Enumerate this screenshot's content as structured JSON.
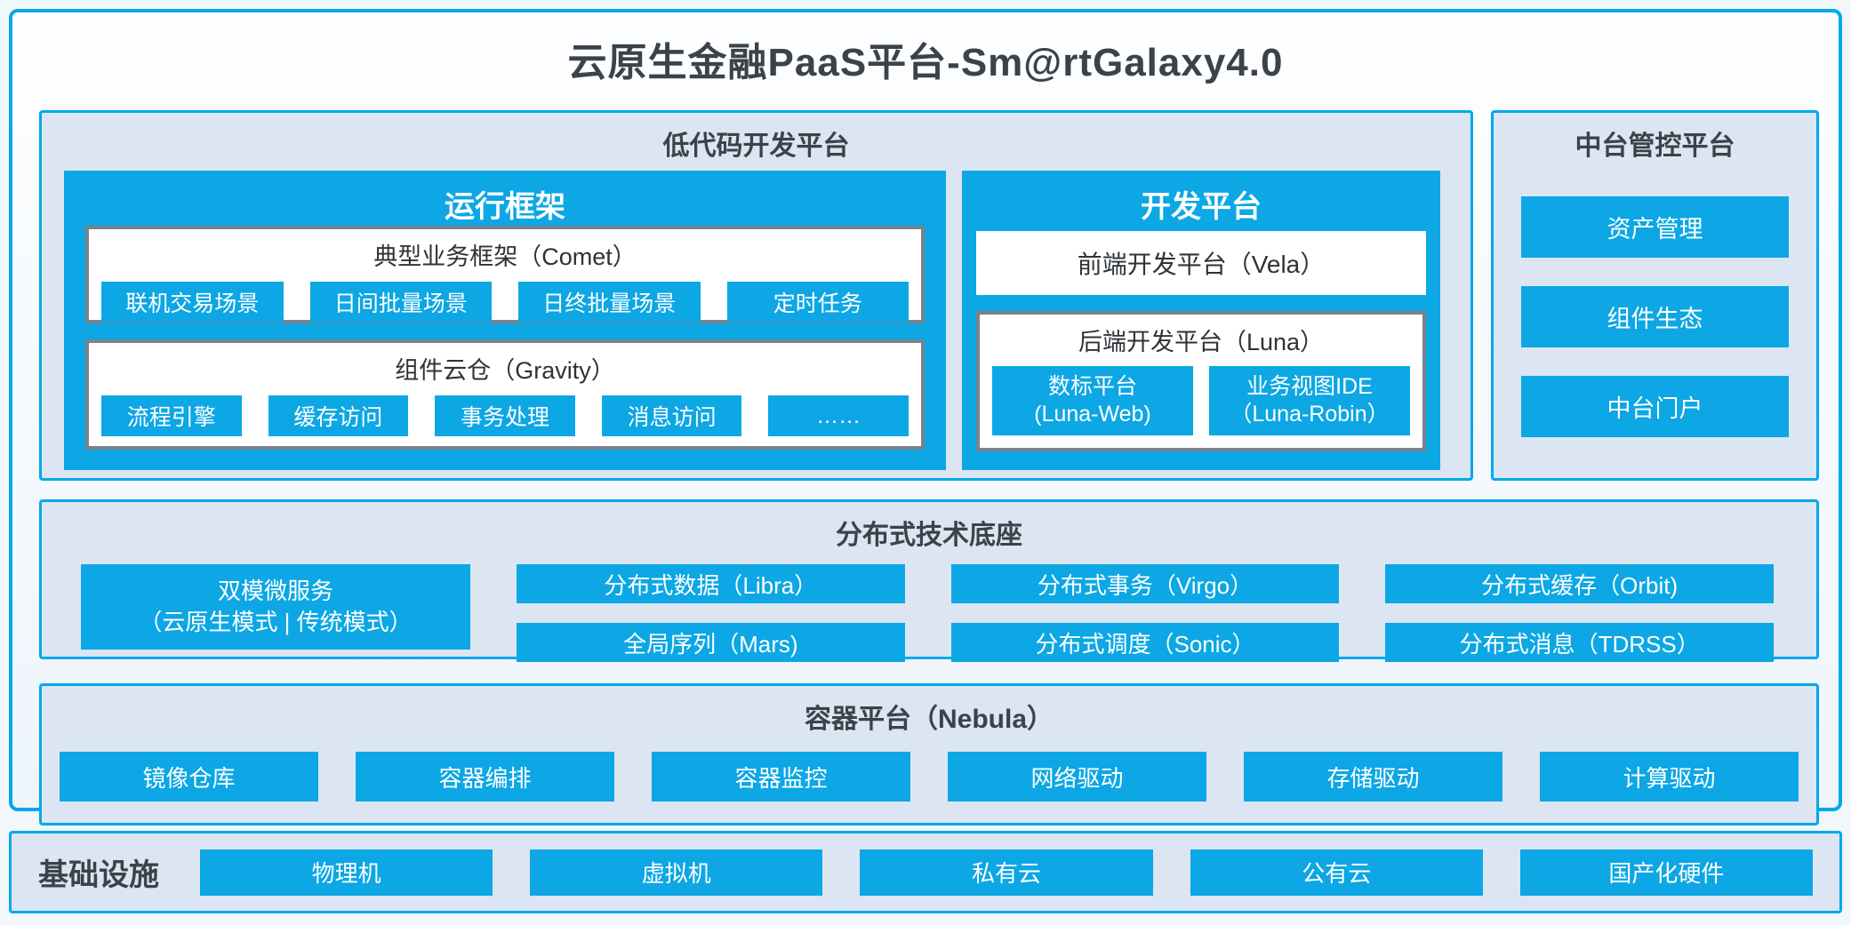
{
  "title": "云原生金融PaaS平台-Sm@rtGalaxy4.0",
  "colors": {
    "accent_blue": "#0CA7E4",
    "border_blue": "#00A8EC",
    "panel_bg": "#DCE5F2",
    "box_border_gray": "#7A828C",
    "dark_text": "#3C4248"
  },
  "low_code_platform": {
    "title": "低代码开发平台",
    "runtime_framework": {
      "title": "运行框架",
      "comet_box": {
        "title": "典型业务框架（Comet）",
        "items": [
          "联机交易场景",
          "日间批量场景",
          "日终批量场景",
          "定时任务"
        ]
      },
      "gravity_box": {
        "title": "组件云仓（Gravity）",
        "items": [
          "流程引擎",
          "缓存访问",
          "事务处理",
          "消息访问",
          "……"
        ]
      }
    },
    "dev_platform": {
      "title": "开发平台",
      "vela_box": {
        "title": "前端开发平台（Vela）"
      },
      "luna_box": {
        "title": "后端开发平台（Luna）",
        "items": [
          {
            "line1": "数标平台",
            "line2": "(Luna-Web)"
          },
          {
            "line1": "业务视图IDE",
            "line2": "（Luna-Robin）"
          }
        ]
      }
    }
  },
  "mid_platform": {
    "title": "中台管控平台",
    "items": [
      "资产管理",
      "组件生态",
      "中台门户"
    ]
  },
  "distributed_base": {
    "title": "分布式技术底座",
    "dual_mode": {
      "line1": "双模微服务",
      "line2": "（云原生模式 | 传统模式）"
    },
    "columns": [
      [
        "分布式数据（Libra）",
        "全局序列（Mars)"
      ],
      [
        "分布式事务（Virgo）",
        "分布式调度（Sonic）"
      ],
      [
        "分布式缓存（Orbit)",
        "分布式消息（TDRSS）"
      ]
    ]
  },
  "container_platform": {
    "title": "容器平台（Nebula）",
    "items": [
      "镜像仓库",
      "容器编排",
      "容器监控",
      "网络驱动",
      "存储驱动",
      "计算驱动"
    ]
  },
  "infrastructure": {
    "title": "基础设施",
    "items": [
      "物理机",
      "虚拟机",
      "私有云",
      "公有云",
      "国产化硬件"
    ]
  }
}
